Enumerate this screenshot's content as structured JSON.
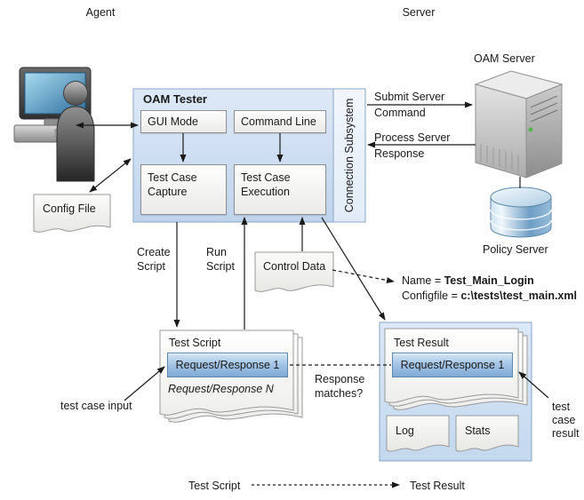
{
  "labels": {
    "agent": "Agent",
    "server": "Server"
  },
  "oam_tester": {
    "title": "OAM Tester",
    "gui_mode": "GUI Mode",
    "command_line": "Command Line",
    "test_case_capture": "Test Case Capture",
    "test_case_execution": "Test Case Execution",
    "connection_subsystem": "Connection Subsystem"
  },
  "server_side": {
    "oam_server": "OAM Server",
    "policy_server": "Policy Server",
    "submit_line1": "Submit Server",
    "submit_line2": "Command",
    "process_line1": "Process Server",
    "process_line2": "Response"
  },
  "documents": {
    "config_file": "Config File",
    "control_data": "Control Data",
    "log": "Log",
    "stats": "Stats"
  },
  "flow_labels": {
    "create_line1": "Create",
    "create_line2": "Script",
    "run_line1": "Run",
    "run_line2": "Script",
    "test_case_input": "test case input",
    "response_matches_line1": "Response",
    "response_matches_line2": "matches?",
    "result_line1": "test",
    "result_line2": "case",
    "result_line3": "result"
  },
  "annotation": {
    "name_label": "Name = ",
    "name_value": "Test_Main_Login",
    "configfile_label": "Configfile = ",
    "configfile_value": "c:\\tests\\test_main.xml"
  },
  "test_script": {
    "title": "Test Script",
    "request_response_1": "Request/Response 1",
    "request_response_n": "Request/Response N"
  },
  "test_result": {
    "title": "Test Result",
    "request_response_1": "Request/Response 1"
  },
  "legend": {
    "from": "Test Script",
    "to": "Test Result"
  },
  "colors": {
    "panel_blue_top": "#dee9f7",
    "panel_blue_bottom": "#bfd4ec",
    "panel_border": "#8aa5c4",
    "request_box_top": "#d5e5f5",
    "request_box_bottom": "#7fa9d4",
    "request_box_border": "#5d86b0"
  }
}
